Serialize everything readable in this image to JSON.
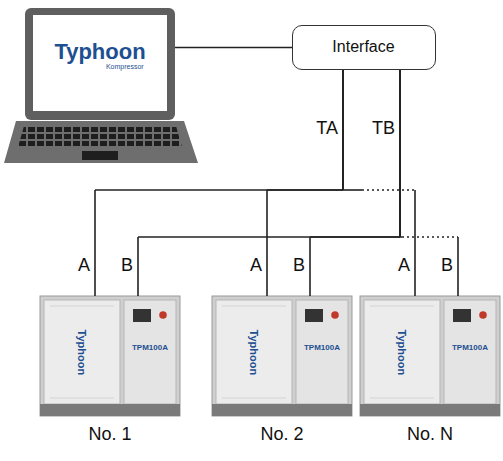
{
  "diagram": {
    "nodes": [
      {
        "text": [
          "Typhoon",
          "Kompressor"
        ]
      },
      {
        "text": [
          "Interface"
        ]
      },
      {
        "text": [
          "Typhoon",
          "TPM100A",
          "No. 1"
        ]
      },
      {
        "text": [
          "Typhoon",
          "TPM100A",
          "No. 2"
        ]
      },
      {
        "text": [
          "Typhoon",
          "TPM100A",
          "No. N"
        ]
      }
    ],
    "edges": [
      {
        "from": 0,
        "to": 1,
        "arrow": "none"
      },
      {
        "from": 1,
        "to": 2,
        "arrow": "none"
      },
      {
        "from": 1,
        "to": 3,
        "arrow": "none"
      },
      {
        "from": 1,
        "to": 4,
        "arrow": "none"
      },
      {
        "from": 1,
        "to": 2,
        "arrow": "none"
      },
      {
        "from": 1,
        "to": 3,
        "arrow": "none"
      },
      {
        "from": 1,
        "to": 4,
        "arrow": "none"
      }
    ],
    "labels": [
      "TA",
      "TB",
      "A",
      "B",
      "A",
      "B",
      "A",
      "B"
    ]
  }
}
